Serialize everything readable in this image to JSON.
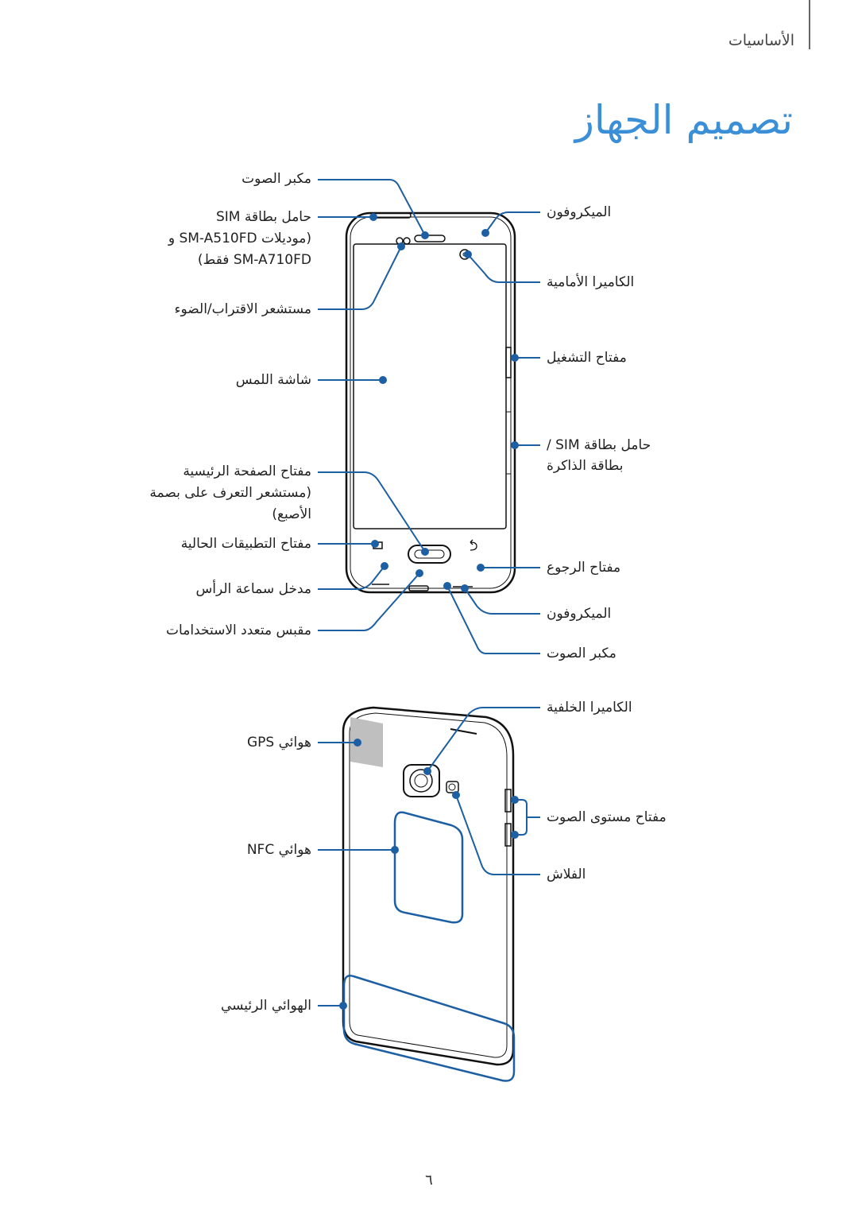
{
  "header": {
    "section": "الأساسيات"
  },
  "title": "تصميم الجهاز",
  "front_left": {
    "speaker_top": "مكبر الصوت",
    "sim_tray_1": "حامل بطاقة SIM",
    "sim_tray_2": "(موديلات SM-A510FD و",
    "sim_tray_3": "SM-A710FD فقط)",
    "proximity": "مستشعر الاقتراب/الضوء",
    "touchscreen": "شاشة اللمس",
    "home_1": "مفتاح الصفحة الرئيسية",
    "home_2": "(مستشعر التعرف على بصمة",
    "home_3": "الأصبع)",
    "recent": "مفتاح التطبيقات الحالية",
    "headset": "مدخل سماعة الرأس",
    "usb": "مقبس متعدد الاستخدامات"
  },
  "front_right": {
    "mic_top": "الميكروفون",
    "front_camera": "الكاميرا الأمامية",
    "power": "مفتاح التشغيل",
    "sim_memory_1": "حامل بطاقة SIM /",
    "sim_memory_2": "بطاقة الذاكرة",
    "back_key": "مفتاح الرجوع",
    "mic_bottom": "الميكروفون",
    "speaker_bottom": "مكبر الصوت"
  },
  "back_left": {
    "gps": "هوائي GPS",
    "nfc": "هوائي NFC",
    "main_antenna": "الهوائي الرئيسي"
  },
  "back_right": {
    "rear_camera": "الكاميرا الخلفية",
    "volume": "مفتاح مستوى الصوت",
    "flash": "الفلاش"
  },
  "footer": {
    "page_number": "٦"
  }
}
